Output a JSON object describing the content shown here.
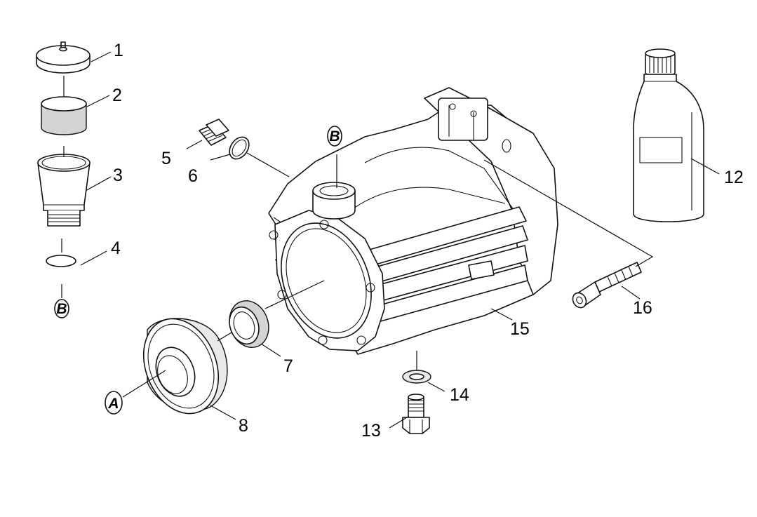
{
  "callouts": {
    "c1": "1",
    "c2": "2",
    "c3": "3",
    "c4": "4",
    "c5": "5",
    "c6": "6",
    "c7": "7",
    "c8": "8",
    "c12": "12",
    "c13": "13",
    "c14": "14",
    "c15": "15",
    "c16": "16"
  },
  "refs": {
    "b_left": "B",
    "b_housing": "B",
    "a_bearing": "A"
  }
}
